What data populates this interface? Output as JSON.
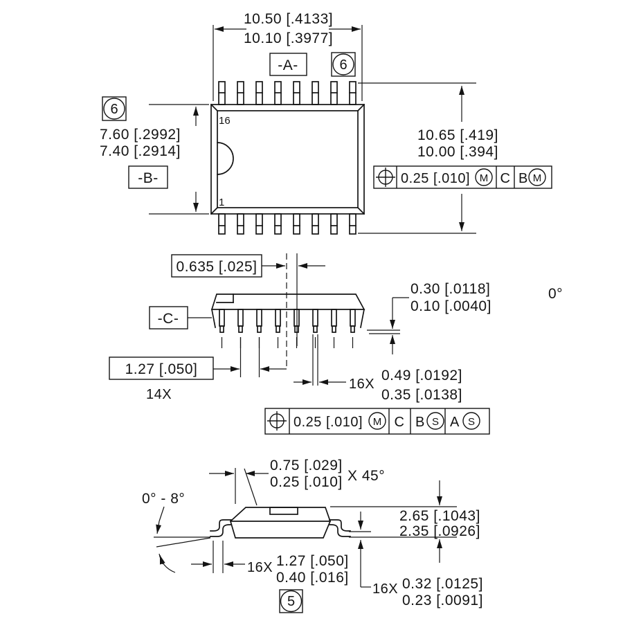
{
  "top_view": {
    "dim_width_max": "10.50 [.4133]",
    "dim_width_min": "10.10 [.3977]",
    "datum_a": "-A-",
    "note_6": "6",
    "dim_height_max": "7.60 [.2992]",
    "dim_height_min": "7.40 [.2914]",
    "datum_b": "-B-",
    "pin16": "16",
    "pin1": "1",
    "dim_span_max": "10.65 [.419]",
    "dim_span_min": "10.00 [.394]",
    "fcf": {
      "tolerance": "0.25 [.010]",
      "mod1": "M",
      "d1": "C",
      "d2": "B",
      "mod2": "M"
    }
  },
  "side_view": {
    "dim_half_pitch": "0.635 [.025]",
    "datum_c": "-C-",
    "dim_standoff_max": "0.30 [.0118]",
    "dim_standoff_min": "0.10 [.0040]",
    "stray": "0°",
    "dim_pitch": "1.27 [.050]",
    "pitch_count": "14X",
    "lead_count": "16X",
    "dim_lead_w_max": "0.49 [.0192]",
    "dim_lead_w_min": "0.35 [.0138]",
    "fcf": {
      "tolerance": "0.25 [.010]",
      "mod1": "M",
      "d1": "C",
      "d2": "B",
      "mod2": "S",
      "d3": "A",
      "mod3": "S"
    }
  },
  "end_view": {
    "dim_chamfer_max": "0.75 [.029]",
    "dim_chamfer_min": "0.25 [.010]",
    "chamfer_angle": "X 45°",
    "lead_angle": "0° - 8°",
    "dim_height_max": "2.65 [.1043]",
    "dim_height_min": "2.35 [.0926]",
    "foot_count": "16X",
    "dim_foot_max": "1.27 [.050]",
    "dim_foot_min": "0.40 [.016]",
    "thk_count": "16X",
    "dim_thk_max": "0.32 [.0125]",
    "dim_thk_min": "0.23 [.0091]",
    "note_5": "5"
  }
}
